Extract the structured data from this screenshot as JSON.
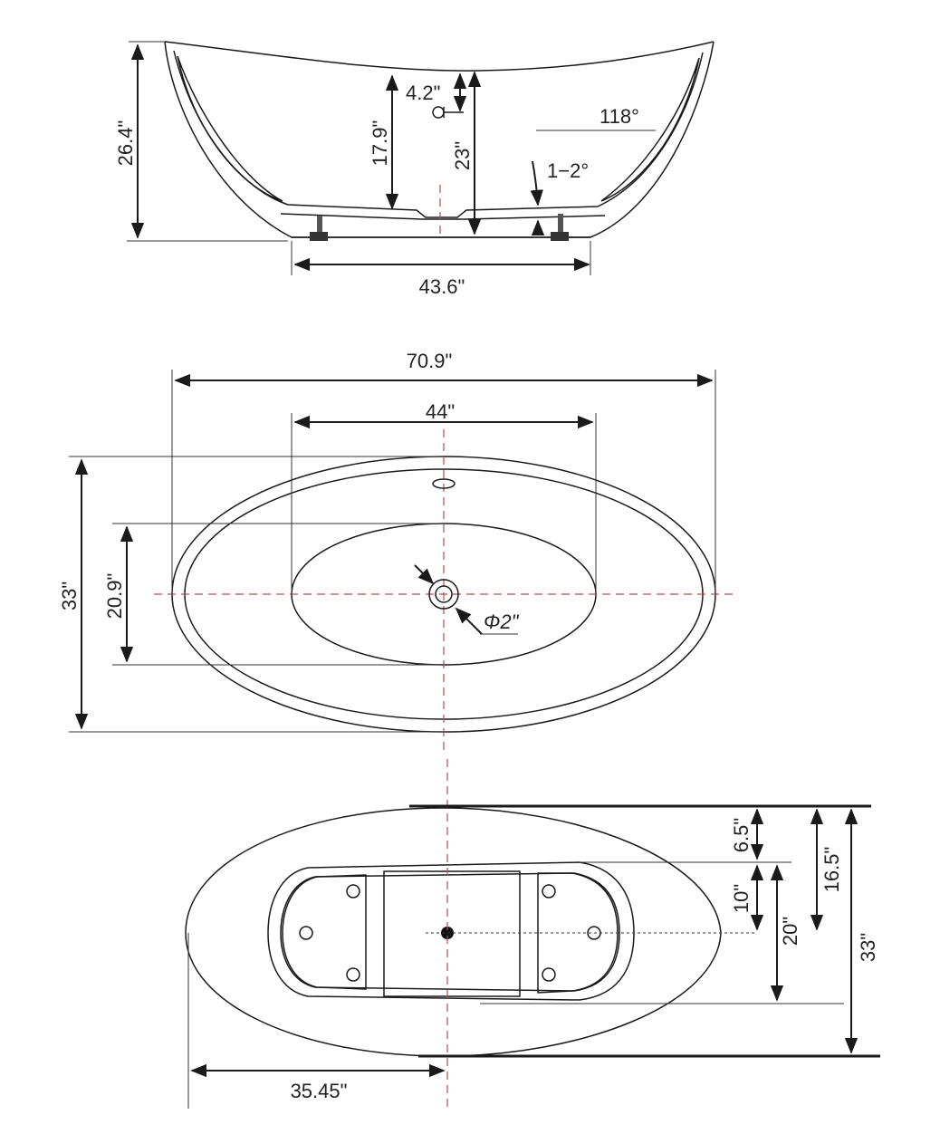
{
  "side_view": {
    "height_label": "26.4\"",
    "depth_label": "17.9\"",
    "faucet_offset_label": "4.2\"",
    "interior_height_label": "23\"",
    "angle_label": "118°",
    "slope_label": "1−2°",
    "base_length_label": "43.6\""
  },
  "top_view": {
    "length_label": "70.9\"",
    "interior_length_label": "44\"",
    "width_label": "33\"",
    "interior_width_label": "20.9\"",
    "drain_diameter_label": "Φ2\""
  },
  "bottom_view": {
    "label_6_5": "6.5\"",
    "label_16_5": "16.5\"",
    "label_33": "33\"",
    "label_10": "10\"",
    "label_20": "20\"",
    "label_35_45": "35.45\""
  },
  "colors": {
    "line": "#1a1a1a",
    "centerline": "#b05050",
    "background": "#ffffff"
  }
}
